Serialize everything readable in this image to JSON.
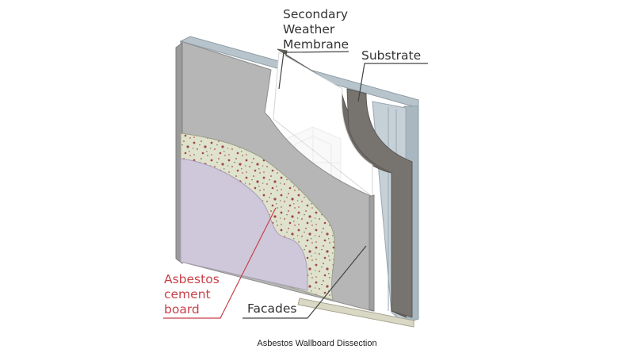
{
  "labels": {
    "secondary_weather_membrane": [
      "Secondary",
      "Weather",
      "Membrane"
    ],
    "substrate": "Substrate",
    "asbestos_cement_board": [
      "Asbestos",
      "cement",
      "board"
    ],
    "facades": "Facades"
  },
  "caption": "Asbestos Wallboard Dissection",
  "colors": {
    "frame": "#a9b7c0",
    "substrate": "#6f6c68",
    "facade": "#b6b6b6",
    "cement_board": "#dfe2cc",
    "cement_speckle": "#a0474a",
    "inner_panel": "#cfc8da",
    "asbestos_label": "#c8414a",
    "label_text": "#333333"
  }
}
